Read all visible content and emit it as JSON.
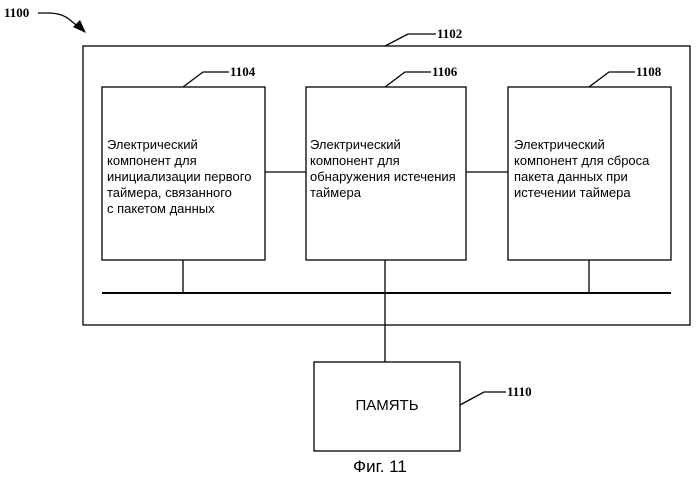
{
  "figure": {
    "ref_main": "1100",
    "ref_outer": "1102",
    "ref_box1": "1104",
    "ref_box2": "1106",
    "ref_box3": "1108",
    "ref_memory": "1110",
    "box1_lines": [
      "Электрический",
      "компонент для",
      "инициализации первого",
      "таймера, связанного",
      "с пакетом данных"
    ],
    "box2_lines": [
      "Электрический",
      "компонент для",
      "обнаружения истечения",
      "таймера"
    ],
    "box3_lines": [
      "Электрический",
      "компонент для сброса",
      "пакета данных при",
      "истечении таймера"
    ],
    "memory_label": "ПАМЯТЬ",
    "caption": "Фиг. 11"
  }
}
